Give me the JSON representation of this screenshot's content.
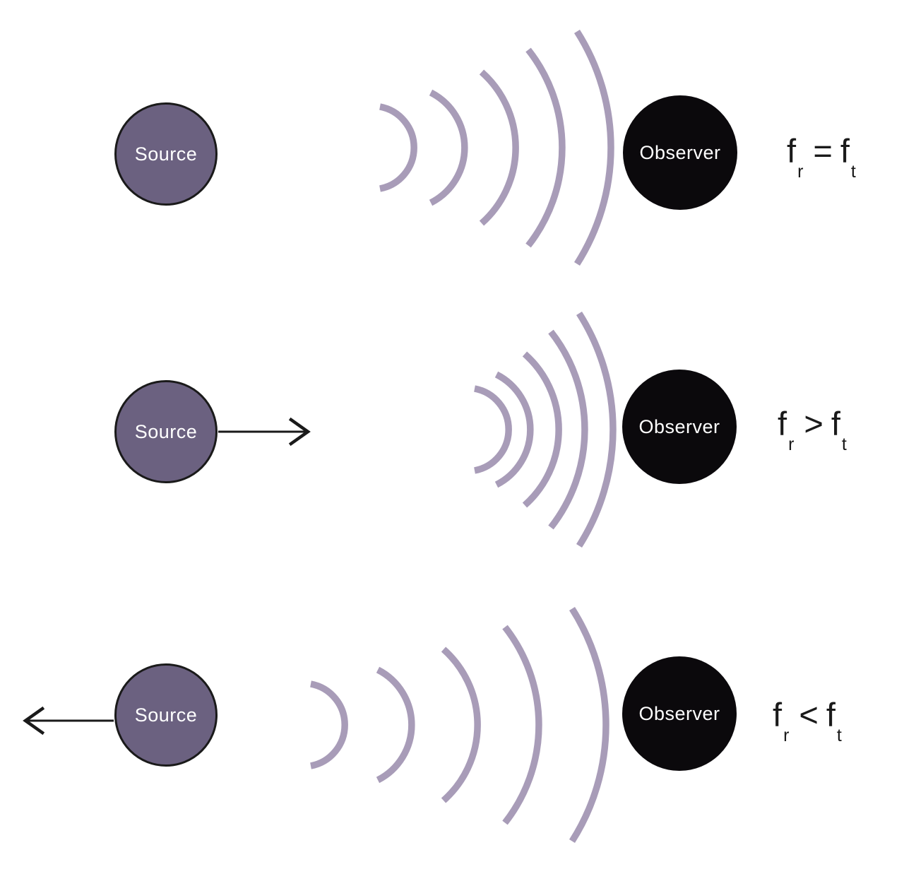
{
  "diagram": {
    "type": "doppler-effect",
    "rows": [
      {
        "id": "stationary-source",
        "source_label": "Source",
        "observer_label": "Observer",
        "source_motion": "stationary",
        "arrow": null,
        "wave_count": 5,
        "wave_spacing": "even",
        "formula": {
          "lhs": "f",
          "lhs_sub": "r",
          "op": "=",
          "rhs": "f",
          "rhs_sub": "t"
        }
      },
      {
        "id": "source-moving-toward-observer",
        "source_label": "Source",
        "observer_label": "Observer",
        "source_motion": "toward-observer",
        "arrow": "right",
        "wave_count": 5,
        "wave_spacing": "compressed",
        "formula": {
          "lhs": "f",
          "lhs_sub": "r",
          "op": ">",
          "rhs": "f",
          "rhs_sub": "t"
        }
      },
      {
        "id": "source-moving-away-from-observer",
        "source_label": "Source",
        "observer_label": "Observer",
        "source_motion": "away-from-observer",
        "arrow": "left",
        "wave_count": 5,
        "wave_spacing": "stretched",
        "formula": {
          "lhs": "f",
          "lhs_sub": "r",
          "op": "<",
          "rhs": "f",
          "rhs_sub": "t"
        }
      }
    ],
    "colors": {
      "source_fill": "#6b6180",
      "observer_fill": "#0b090c",
      "wave_stroke": "#a89cb8",
      "outline": "#1a1a1a",
      "text_on_circle": "#ffffff",
      "formula_text": "#1a1a1a",
      "background": "#ffffff"
    }
  }
}
